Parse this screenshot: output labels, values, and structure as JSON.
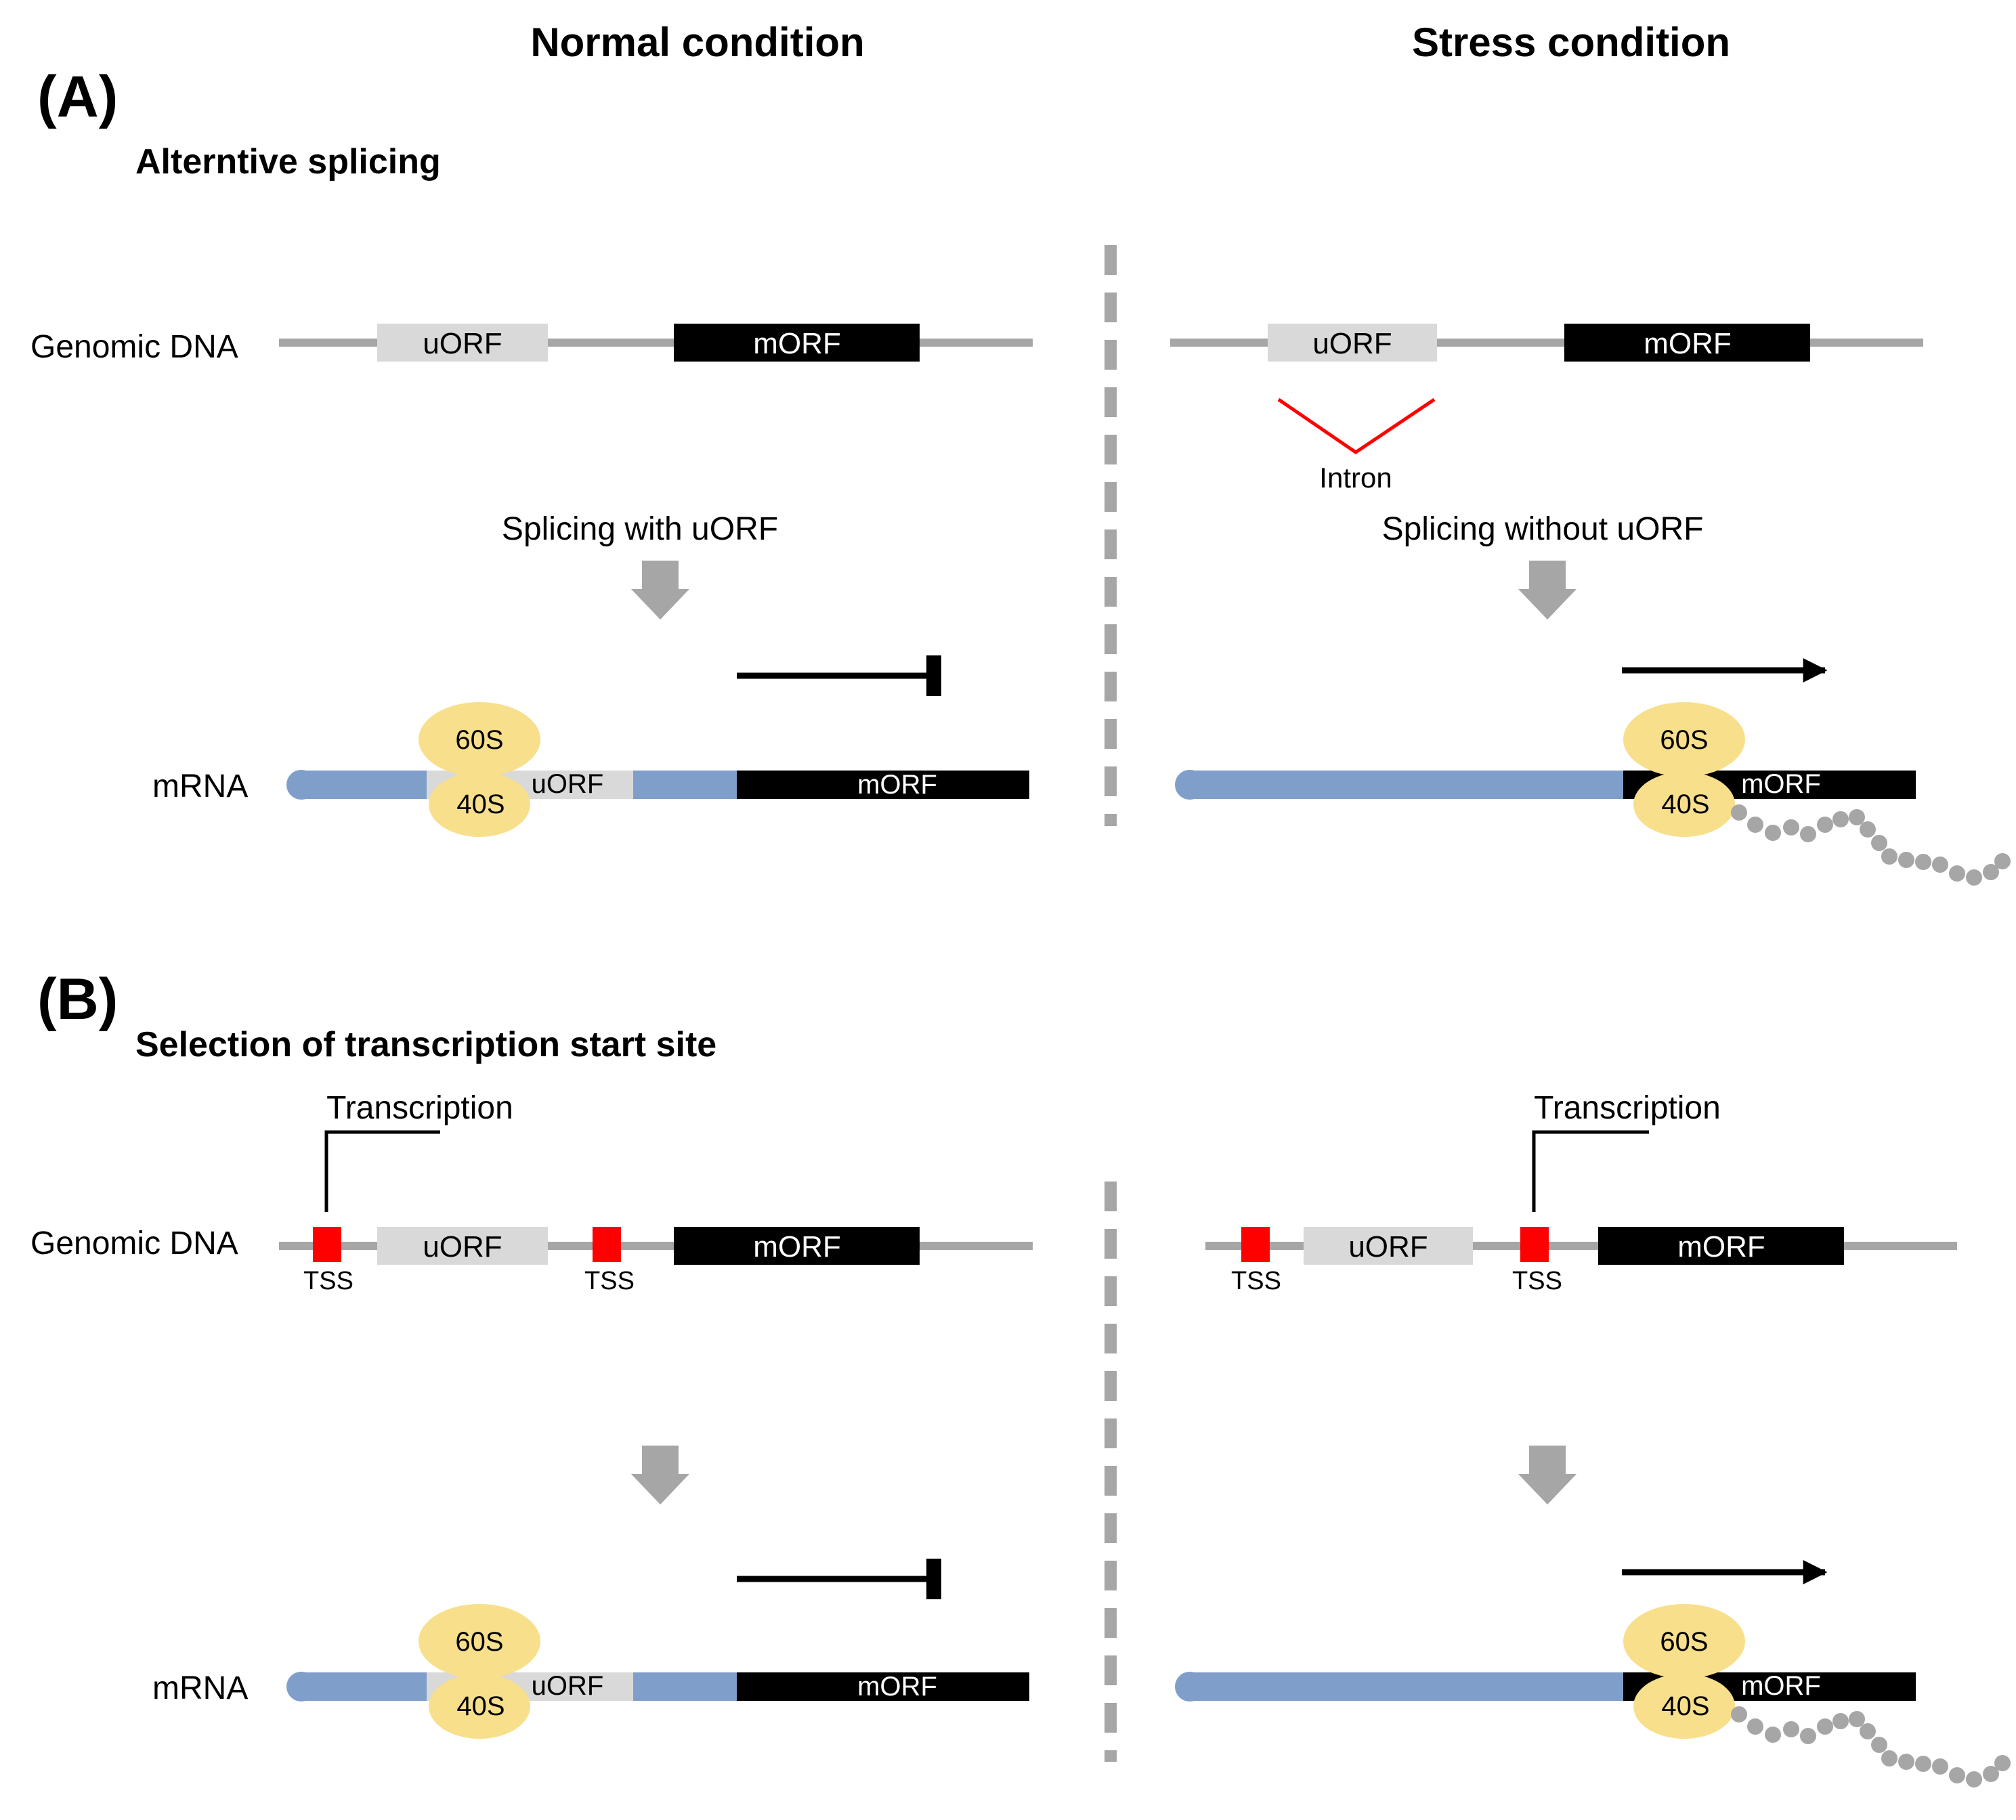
{
  "headers": {
    "normal": "Normal condition",
    "stress": "Stress condition"
  },
  "panel_a": {
    "letter": "(A)",
    "title": "Alterntive splicing",
    "genomic_label": "Genomic DNA",
    "mrna_label": "mRNA",
    "uorf": "uORF",
    "morf": "mORF",
    "intron": "Intron",
    "splicing_normal": "Splicing with uORF",
    "splicing_stress": "Splicing without uORF",
    "sub60": "60S",
    "sub40": "40S"
  },
  "panel_b": {
    "letter": "(B)",
    "title": "Selection of transcription start site",
    "genomic_label": "Genomic DNA",
    "mrna_label": "mRNA",
    "uorf": "uORF",
    "morf": "mORF",
    "tss": "TSS",
    "transcription": "Transcription",
    "sub60": "60S",
    "sub40": "40S"
  },
  "colors": {
    "dna_line": "#a6a6a6",
    "uorf_box": "#d9d9d9",
    "morf_box": "#000000",
    "mrna_blue": "#7f9fca",
    "ribosome": "#f8df8b",
    "arrow_gray": "#a6a6a6",
    "tss_red": "#ff0000",
    "intron_red": "#ff0000",
    "peptide_gray": "#a6a6a6",
    "divider": "#a6a6a6"
  },
  "icons": [
    "down-arrow-icon",
    "inhibition-bar-icon",
    "forward-arrow-icon",
    "transcription-arrow-icon"
  ]
}
